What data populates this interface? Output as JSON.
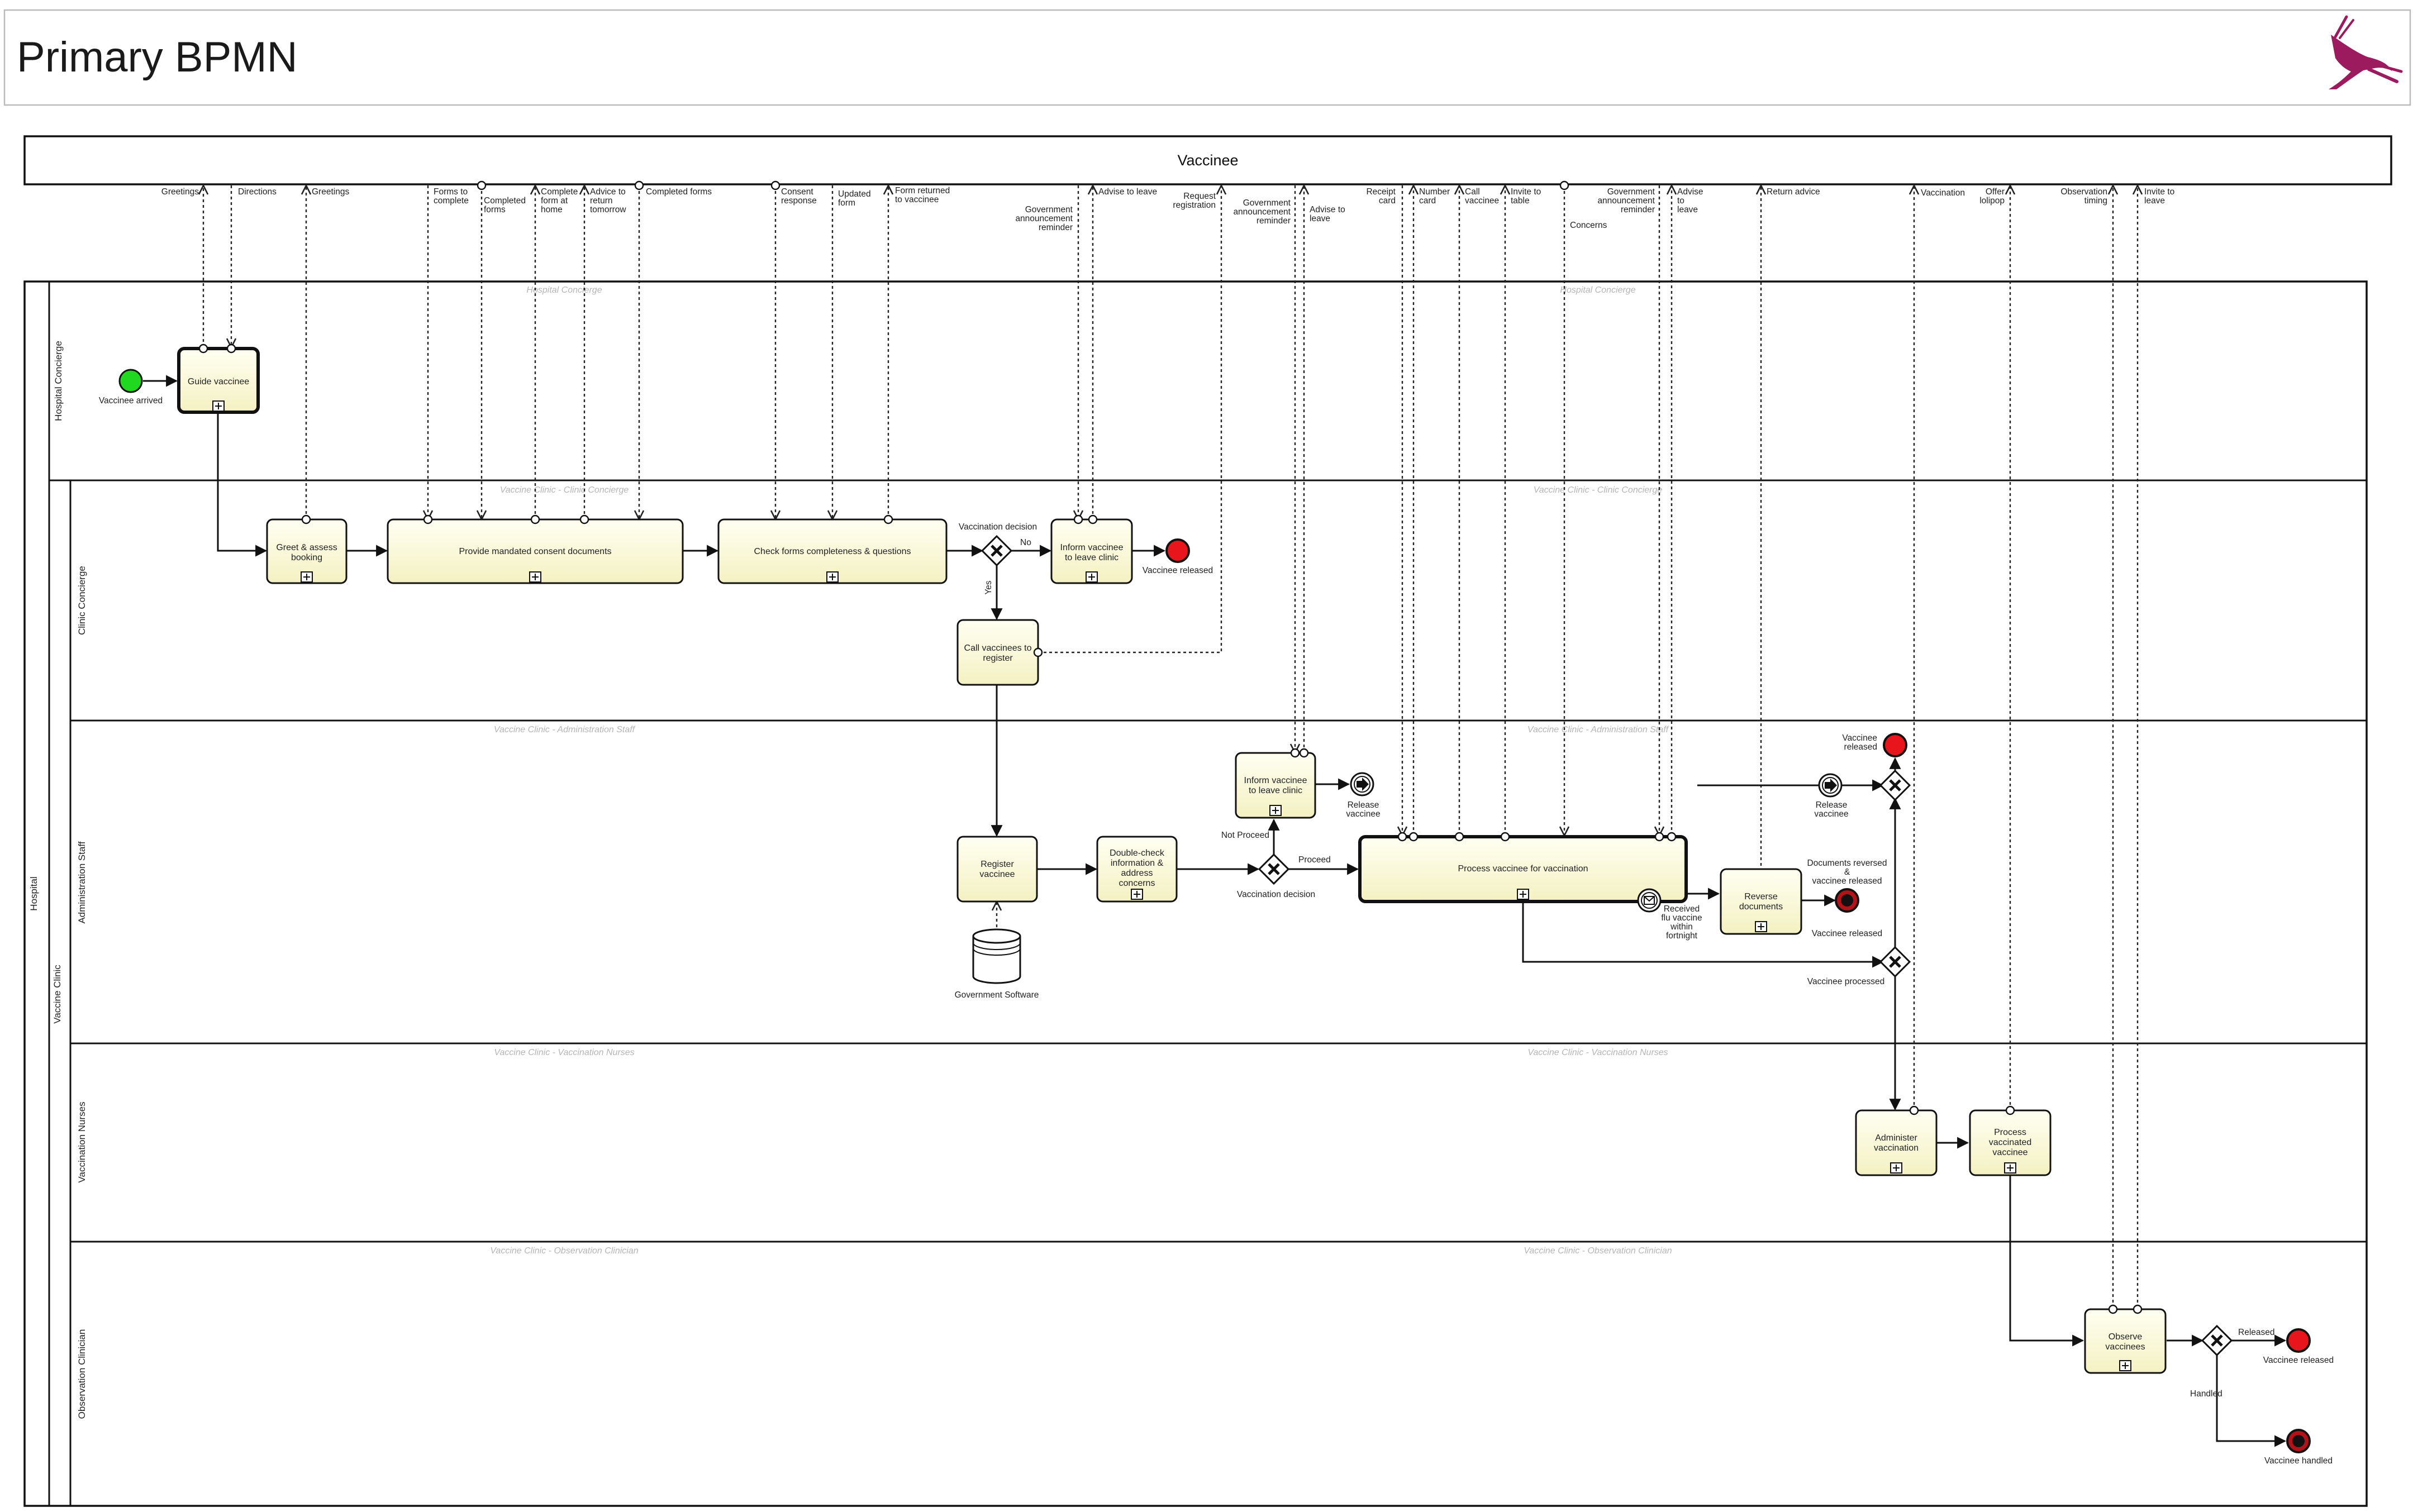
{
  "header": {
    "title": "Primary BPMN"
  },
  "logo": {
    "icon": "gazelle-logo-icon",
    "color": "#9c1b5e"
  },
  "pools": {
    "vaccinee": "Vaccinee",
    "hospital": "Hospital",
    "vaccine_clinic": "Vaccine Clinic"
  },
  "lanes": {
    "hospital_concierge": "Hospital Concierge",
    "clinic_concierge": "Clinic Concierge",
    "admin_staff": "Administration Staff",
    "vaccination_nurses": "Vaccination Nurses",
    "observation_clinician": "Observation Clinician"
  },
  "watermarks": {
    "hospital_concierge": "Hospital Concierge",
    "clinic_concierge": "Vaccine Clinic - Clinic Concierge",
    "admin_staff": "Vaccine Clinic - Administration Staff",
    "vaccination_nurses": "Vaccine Clinic - Vaccination Nurses",
    "observation_clinician": "Vaccine Clinic - Observation Clinician"
  },
  "tasks": {
    "guide": "Guide vaccinee",
    "greet": [
      "Greet & assess",
      "booking"
    ],
    "provide": "Provide mandated consent documents",
    "check": "Check forms completeness & questions",
    "inform_cc": [
      "Inform vaccinee",
      "to leave clinic"
    ],
    "call": [
      "Call vaccinees to",
      "register"
    ],
    "register": [
      "Register",
      "vaccinee"
    ],
    "double_check": [
      "Double-check",
      "information &",
      "address",
      "concerns"
    ],
    "inform_admin": [
      "Inform vaccinee",
      "to leave clinic"
    ],
    "process": "Process vaccinee for vaccination",
    "reverse": [
      "Reverse",
      "documents"
    ],
    "administer": [
      "Administer",
      "vaccination"
    ],
    "process_vaccinated": [
      "Process",
      "vaccinated",
      "vaccinee"
    ],
    "observe": [
      "Observe",
      "vaccinees"
    ]
  },
  "events": {
    "vaccinee_arrived": "Vaccinee arrived",
    "vaccinee_released_cc": "Vaccinee released",
    "release_vaccinee_admin": [
      "Release",
      "vaccinee"
    ],
    "release_vaccinee_right": [
      "Release",
      "vaccinee"
    ],
    "vaccinee_released_top": [
      "Vaccinee",
      "released"
    ],
    "received_flu": [
      "Received",
      "flu vaccine",
      "within",
      "fortnight"
    ],
    "documents_reversed": [
      "Documents reversed",
      "&",
      "vaccinee released"
    ],
    "vaccinee_released_admin": "Vaccinee released",
    "vaccinee_released_obs": "Vaccinee released",
    "vaccinee_handled": "Vaccinee handled"
  },
  "gateways": {
    "vaccination_decision_cc": "Vaccination decision",
    "vaccination_decision_admin": "Vaccination decision",
    "vaccinee_processed": "Vaccinee processed"
  },
  "flow_labels": {
    "no": "No",
    "yes": "Yes",
    "not_proceed": "Not Proceed",
    "proceed": "Proceed",
    "released": "Released",
    "handled": "Handled"
  },
  "data_store": {
    "label": "Government Software",
    "icon": "database-icon"
  },
  "messages": {
    "greetings_1": "Greetings",
    "directions": "Directions",
    "greetings_2": "Greetings",
    "forms_to_complete": [
      "Forms to",
      "complete"
    ],
    "completed_forms_1": [
      "Completed",
      "forms"
    ],
    "complete_form_home": [
      "Complete",
      "form at",
      "home"
    ],
    "advice_tomorrow": [
      "Advice to",
      "return",
      "tomorrow"
    ],
    "completed_forms_2": "Completed forms",
    "consent_response": [
      "Consent",
      "response"
    ],
    "updated_form": [
      "Updated",
      "form"
    ],
    "form_returned": [
      "Form returned",
      "to vaccinee"
    ],
    "gov_reminder_1": [
      "Government",
      "announcement",
      "reminder"
    ],
    "advise_leave_1": "Advise to leave",
    "request_registration": [
      "Request",
      "registration"
    ],
    "gov_reminder_2": [
      "Government",
      "announcement",
      "reminder"
    ],
    "advise_leave_2": [
      "Advise to",
      "leave"
    ],
    "receipt_card": [
      "Receipt",
      "card"
    ],
    "number_card": [
      "Number",
      "card"
    ],
    "call_vaccinee": [
      "Call",
      "vaccinee"
    ],
    "invite_table": [
      "Invite to",
      "table"
    ],
    "concerns": "Concerns",
    "gov_reminder_3": [
      "Government",
      "announcement",
      "reminder"
    ],
    "advise_leave_3": [
      "Advise",
      "to",
      "leave"
    ],
    "return_advice": "Return advice",
    "vaccination": "Vaccination",
    "offer_lolipop": [
      "Offer",
      "lolipop"
    ],
    "observation_timing": [
      "Observation",
      "timing"
    ],
    "invite_leave": [
      "Invite to",
      "leave"
    ]
  },
  "colors": {
    "task_fill_light": "#fffff0",
    "task_fill_dark": "#f4f2c3",
    "start_event": "#1fd81f",
    "end_event": "#e8161c",
    "end_event_dark": "#b3121a"
  }
}
